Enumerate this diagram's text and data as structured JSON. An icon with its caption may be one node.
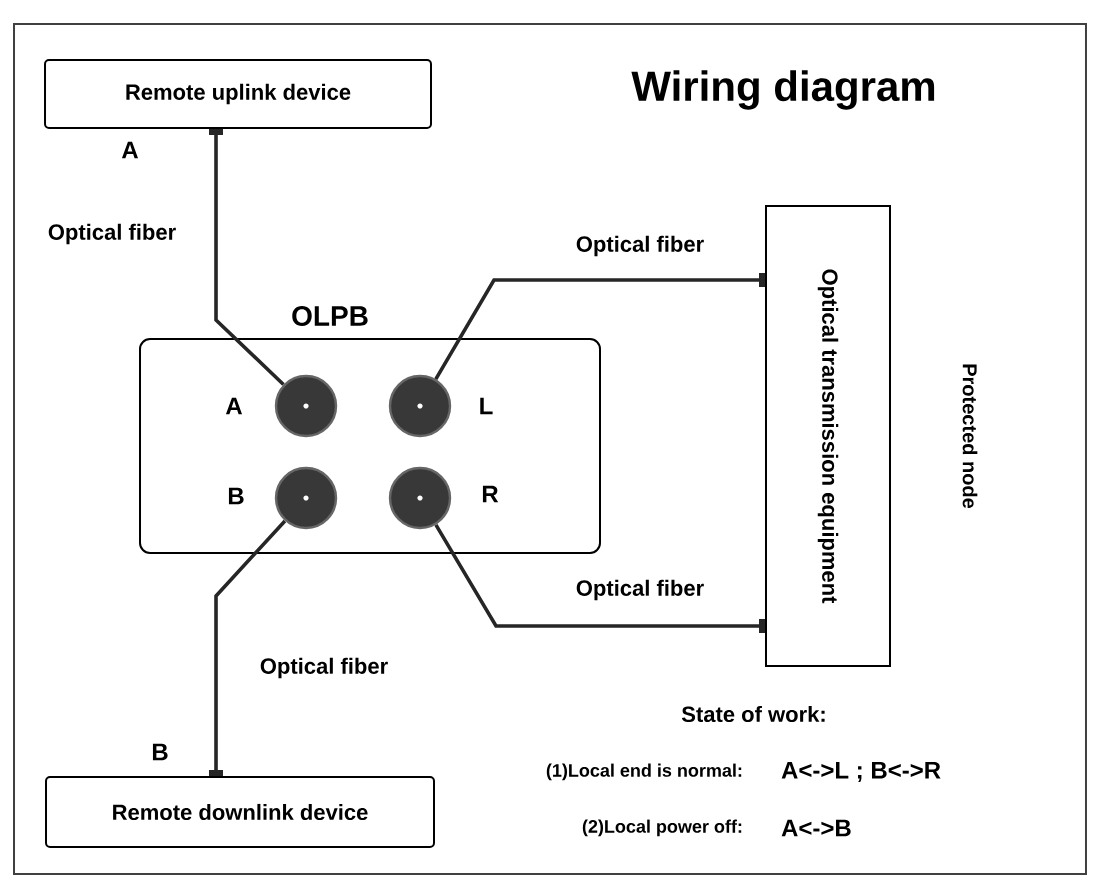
{
  "diagram": {
    "title": "Wiring diagram",
    "nodes": [
      {
        "text": [
          "Remote uplink device"
        ],
        "beside": [
          "A"
        ]
      },
      {
        "text": [
          "OLPB"
        ]
      },
      {
        "text": [],
        "shape": "circle",
        "beside": [
          "A"
        ],
        "in": 1
      },
      {
        "text": [],
        "shape": "circle",
        "beside": [
          "L"
        ],
        "in": 1
      },
      {
        "text": [],
        "shape": "circle",
        "beside": [
          "B"
        ],
        "in": 1
      },
      {
        "text": [],
        "shape": "circle",
        "beside": [
          "R"
        ],
        "in": 1
      },
      {
        "text": [
          "Optical transmission equipment"
        ]
      },
      {
        "text": [
          "Remote downlink device"
        ],
        "beside": [
          "B"
        ]
      }
    ],
    "edges": [
      {
        "from": 2,
        "to": 0,
        "arrow": "other",
        "label": "Optical fiber"
      },
      {
        "from": 3,
        "to": 6,
        "arrow": "other",
        "label": "Optical fiber"
      },
      {
        "from": 5,
        "to": 6,
        "arrow": "other",
        "label": "Optical fiber"
      },
      {
        "from": 4,
        "to": 7,
        "arrow": "other",
        "label": "Optical fiber"
      }
    ],
    "labels": [
      "Protected node",
      "State of work:",
      "(1)Local end is normal:",
      "A<->L ; B<->R",
      "(2)Local power off:",
      "A<->B"
    ]
  }
}
